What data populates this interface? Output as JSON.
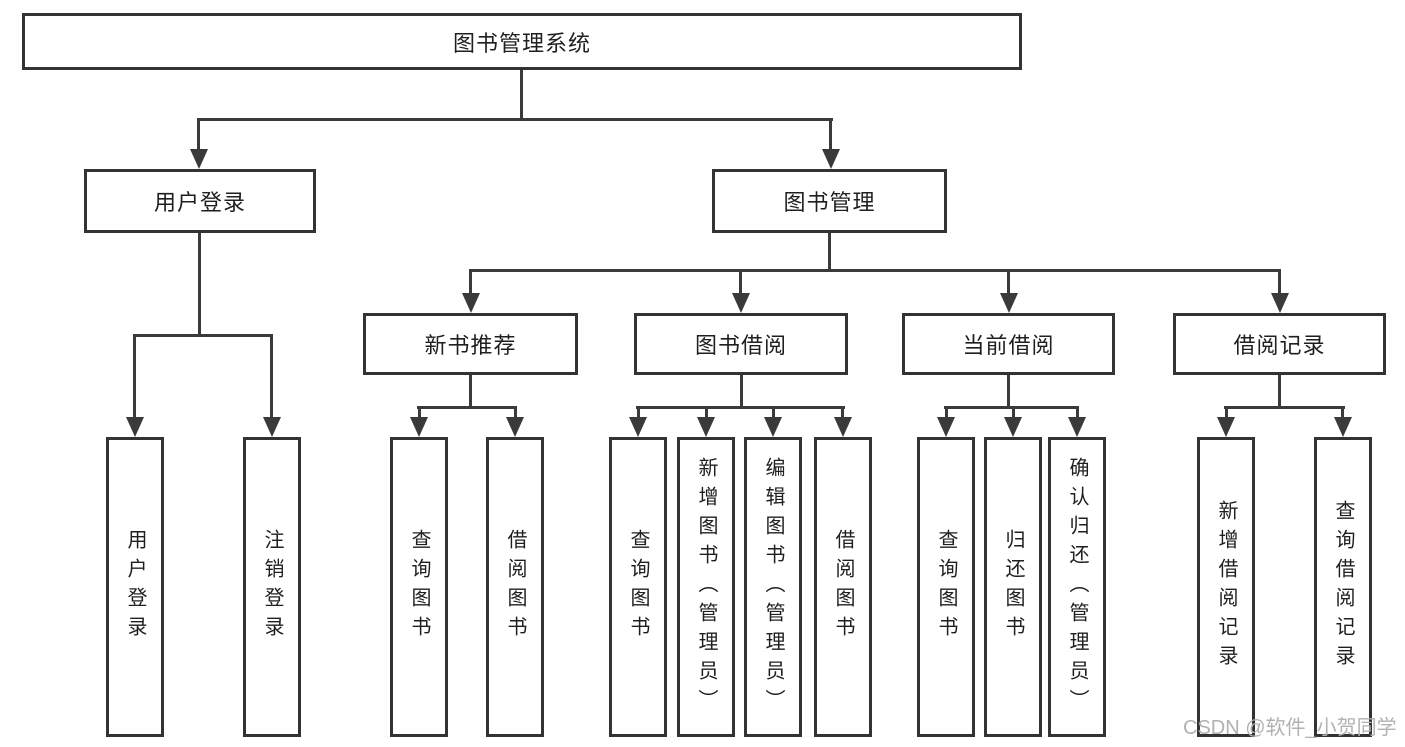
{
  "tree": {
    "label": "图书管理系统",
    "children": [
      {
        "label": "用户登录",
        "children": [
          {
            "label": "用户登录"
          },
          {
            "label": "注销登录"
          }
        ]
      },
      {
        "label": "图书管理",
        "children": [
          {
            "label": "新书推荐",
            "children": [
              {
                "label": "查询图书"
              },
              {
                "label": "借阅图书"
              }
            ]
          },
          {
            "label": "图书借阅",
            "children": [
              {
                "label": "查询图书"
              },
              {
                "label": "新增图书（管理员）"
              },
              {
                "label": "编辑图书（管理员）"
              },
              {
                "label": "借阅图书"
              }
            ]
          },
          {
            "label": "当前借阅",
            "children": [
              {
                "label": "查询图书"
              },
              {
                "label": "归还图书"
              },
              {
                "label": "确认归还（管理员）"
              }
            ]
          },
          {
            "label": "借阅记录",
            "children": [
              {
                "label": "新增借阅记录"
              },
              {
                "label": "查询借阅记录"
              }
            ]
          }
        ]
      }
    ]
  },
  "watermark": "CSDN @软件_小贺同学",
  "colors": {
    "line": "#3a3a3a",
    "box_border": "#333333",
    "text": "#1f1f1f",
    "watermark": "#b2b2b2",
    "background": "#ffffff"
  }
}
